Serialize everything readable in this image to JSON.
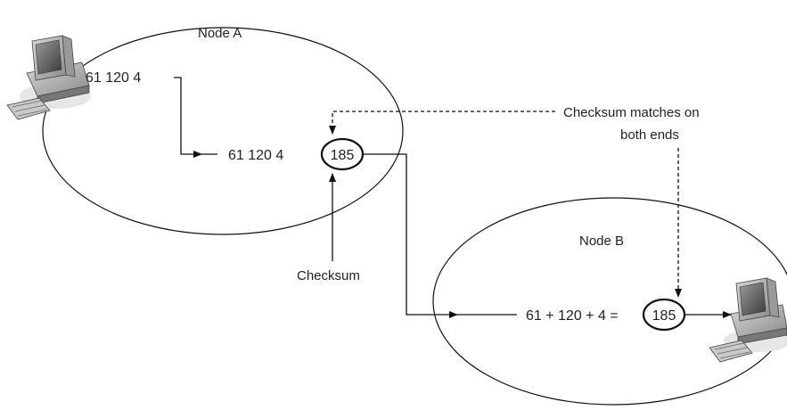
{
  "node_a": {
    "label": "Node A",
    "data_sent": "61 120 4",
    "data_packet": "61 120 4",
    "checksum": "185"
  },
  "node_b": {
    "label": "Node B",
    "equation": "61 + 120 + 4 =",
    "checksum": "185"
  },
  "labels": {
    "checksum": "Checksum",
    "match_line1": "Checksum matches on",
    "match_line2": "both ends"
  },
  "icons": {
    "computer_a": "desktop-computer-icon",
    "computer_b": "desktop-computer-icon"
  }
}
